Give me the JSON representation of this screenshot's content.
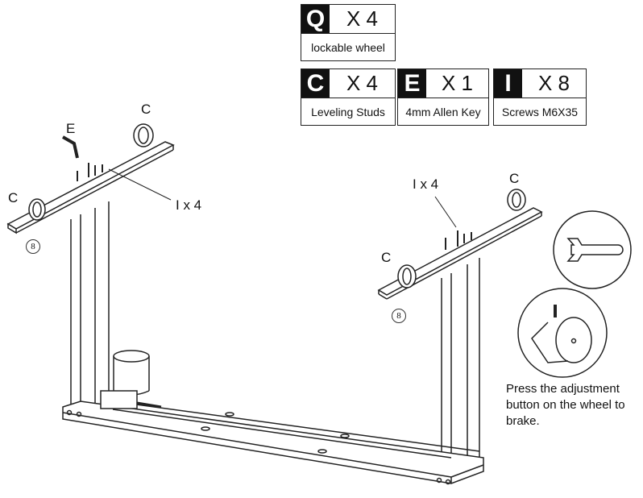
{
  "parts": [
    {
      "letter": "Q",
      "qty": "X 4",
      "desc": "lockable wheel"
    },
    {
      "letter": "C",
      "qty": "X 4",
      "desc": "Leveling Studs"
    },
    {
      "letter": "E",
      "qty": "X 1",
      "desc": "4mm Allen Key"
    },
    {
      "letter": "I",
      "qty": "X 8",
      "desc": "Screws M6X35"
    }
  ],
  "labels": {
    "e_left": "E",
    "c_left_top": "C",
    "c_left_end": "C",
    "i_left": "I x 4",
    "step_left": "8",
    "i_right": "I x 4",
    "c_right_top": "C",
    "c_right_end": "C",
    "step_right": "8"
  },
  "note": "Press the adjustment button on the wheel to brake."
}
